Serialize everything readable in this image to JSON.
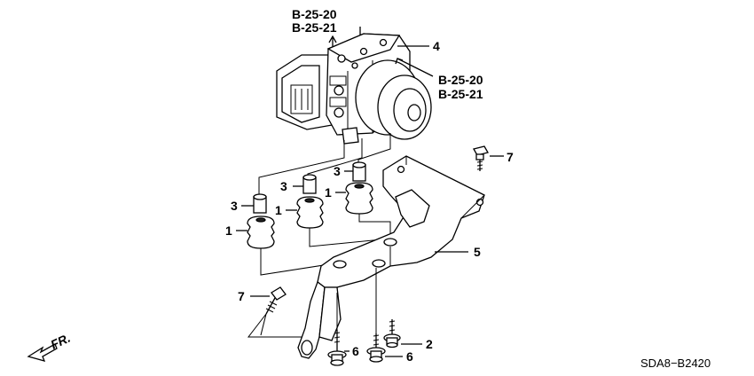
{
  "refs": {
    "top_line1": "B-25-20",
    "top_line2": "B-25-21",
    "right_line1": "B-25-20",
    "right_line2": "B-25-21"
  },
  "callouts": {
    "part4": "4",
    "part7_right": "7",
    "part7_left": "7",
    "part5": "5",
    "part3_a": "3",
    "part3_b": "3",
    "part3_c": "3",
    "part1_a": "1",
    "part1_b": "1",
    "part1_c": "1",
    "part6_a": "6",
    "part6_b": "6",
    "part2": "2"
  },
  "direction_label": "FR.",
  "diagram_code": "SDA8−B2420"
}
